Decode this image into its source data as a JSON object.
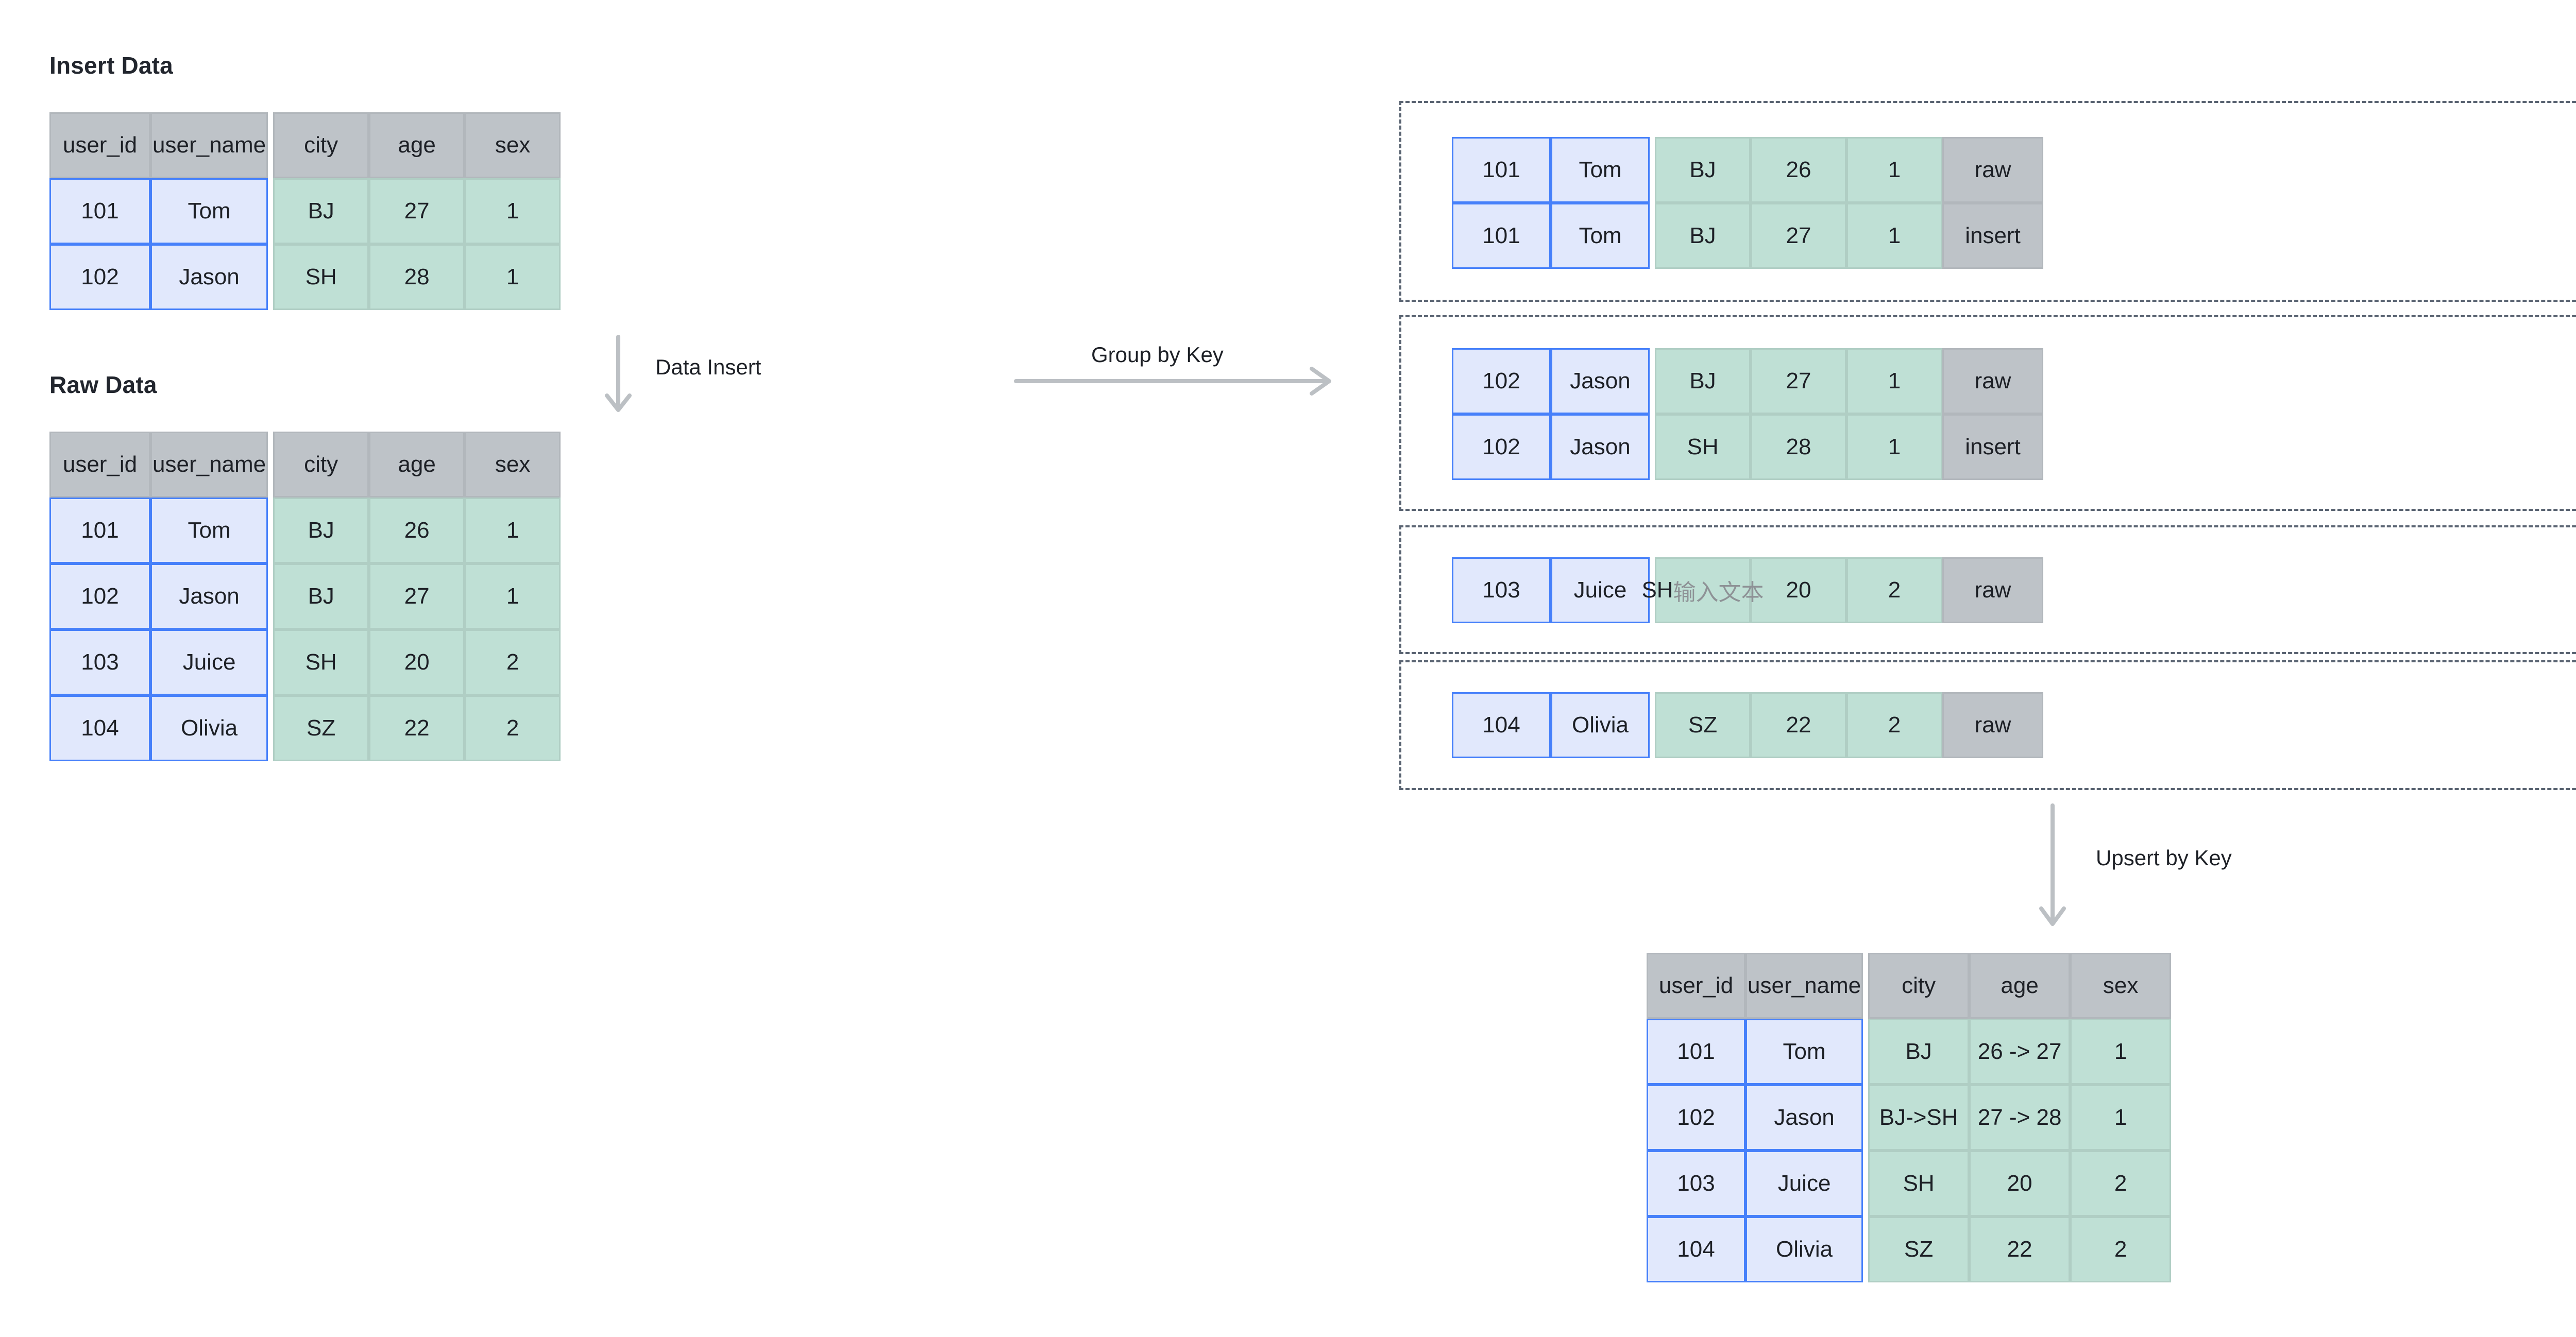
{
  "sections": {
    "insert_data_title": "Insert Data",
    "raw_data_title": "Raw Data"
  },
  "columns": {
    "user_id": "user_id",
    "user_name": "user_name",
    "city": "city",
    "age": "age",
    "sex": "sex"
  },
  "insert_data": {
    "headers": [
      "user_id",
      "user_name",
      "city",
      "age",
      "sex"
    ],
    "rows": [
      {
        "user_id": "101",
        "user_name": "Tom",
        "city": "BJ",
        "age": "27",
        "sex": "1"
      },
      {
        "user_id": "102",
        "user_name": "Jason",
        "city": "SH",
        "age": "28",
        "sex": "1"
      }
    ]
  },
  "raw_data": {
    "headers": [
      "user_id",
      "user_name",
      "city",
      "age",
      "sex"
    ],
    "rows": [
      {
        "user_id": "101",
        "user_name": "Tom",
        "city": "BJ",
        "age": "26",
        "sex": "1"
      },
      {
        "user_id": "102",
        "user_name": "Jason",
        "city": "BJ",
        "age": "27",
        "sex": "1"
      },
      {
        "user_id": "103",
        "user_name": "Juice",
        "city": "SH",
        "age": "20",
        "sex": "2"
      },
      {
        "user_id": "104",
        "user_name": "Olivia",
        "city": "SZ",
        "age": "22",
        "sex": "2"
      }
    ]
  },
  "arrows": {
    "data_insert": "Data Insert",
    "group_by_key": "Group by Key",
    "upsert_by_key": "Upsert by Key"
  },
  "groups": [
    {
      "key": "101",
      "rows": [
        {
          "user_id": "101",
          "user_name": "Tom",
          "city": "BJ",
          "age": "26",
          "sex": "1",
          "status": "raw"
        },
        {
          "user_id": "101",
          "user_name": "Tom",
          "city": "BJ",
          "age": "27",
          "sex": "1",
          "status": "insert"
        }
      ]
    },
    {
      "key": "102",
      "rows": [
        {
          "user_id": "102",
          "user_name": "Jason",
          "city": "BJ",
          "age": "27",
          "sex": "1",
          "status": "raw"
        },
        {
          "user_id": "102",
          "user_name": "Jason",
          "city": "SH",
          "age": "28",
          "sex": "1",
          "status": "insert"
        }
      ]
    },
    {
      "key": "103",
      "rows": [
        {
          "user_id": "103",
          "user_name": "Juice",
          "city": "SH",
          "city_placeholder": "输入文本",
          "age": "20",
          "sex": "2",
          "status": "raw"
        }
      ]
    },
    {
      "key": "104",
      "rows": [
        {
          "user_id": "104",
          "user_name": "Olivia",
          "city": "SZ",
          "age": "22",
          "sex": "2",
          "status": "raw"
        }
      ]
    }
  ],
  "result_table": {
    "headers": [
      "user_id",
      "user_name",
      "city",
      "age",
      "sex"
    ],
    "rows": [
      {
        "user_id": "101",
        "user_name": "Tom",
        "city": "BJ",
        "age": "26 -> 27",
        "sex": "1"
      },
      {
        "user_id": "102",
        "user_name": "Jason",
        "city": "BJ->SH",
        "age": "27 -> 28",
        "sex": "1"
      },
      {
        "user_id": "103",
        "user_name": "Juice",
        "city": "SH",
        "age": "20",
        "sex": "2"
      },
      {
        "user_id": "104",
        "user_name": "Olivia",
        "city": "SZ",
        "age": "22",
        "sex": "2"
      }
    ]
  },
  "colors": {
    "header_gray": "#bec3c8",
    "key_blue_fill": "#e1e8fc",
    "key_blue_border": "#4680fa",
    "value_green_fill": "#bfe0d5",
    "value_green_border": "#b0cec4",
    "dashed_border": "#5a6472",
    "arrow_gray": "#bcc0c4",
    "text_dark": "#22262e",
    "placeholder_gray": "#8e9296"
  }
}
